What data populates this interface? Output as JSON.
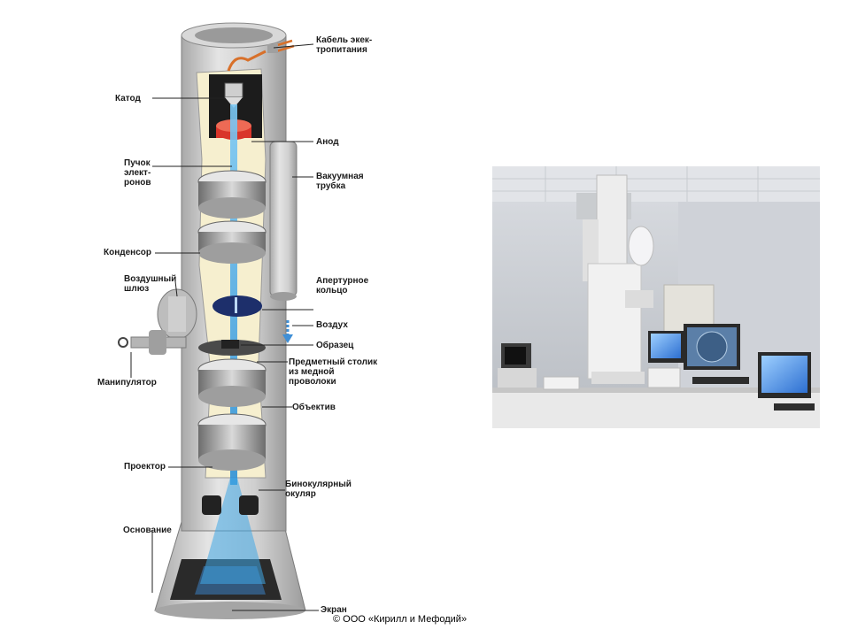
{
  "diagram": {
    "labels": {
      "cable": "Кабель экек-\nтропитания",
      "cathode": "Катод",
      "anode": "Анод",
      "beam": "Пучок\nэлект-\nронов",
      "vacuum_tube": "Вакуумная\nтрубка",
      "condenser": "Конденсор",
      "airlock": "Воздушный\nшлюз",
      "aperture": "Апертурное\nкольцо",
      "air": "Воздух",
      "sample": "Образец",
      "stage": "Предметный столик\nиз медной\nпроволоки",
      "manipulator": "Манипулятор",
      "objective": "Объектив",
      "projector": "Проектор",
      "eyepiece": "Бинокулярный\nокуляр",
      "base": "Основание",
      "screen": "Экран"
    },
    "copyright": "© ООО «Кирилл и Мефодий»"
  },
  "colors": {
    "column": "#c9c9c9",
    "column_dark": "#8f8f8f",
    "interior": "#f6efcf",
    "beam": "#3fa8e6",
    "anode": "#d9352a",
    "copper": "#d8702a",
    "aperture": "#1d2f6b"
  },
  "photo": {
    "subject": "electron microscope lab photo"
  }
}
